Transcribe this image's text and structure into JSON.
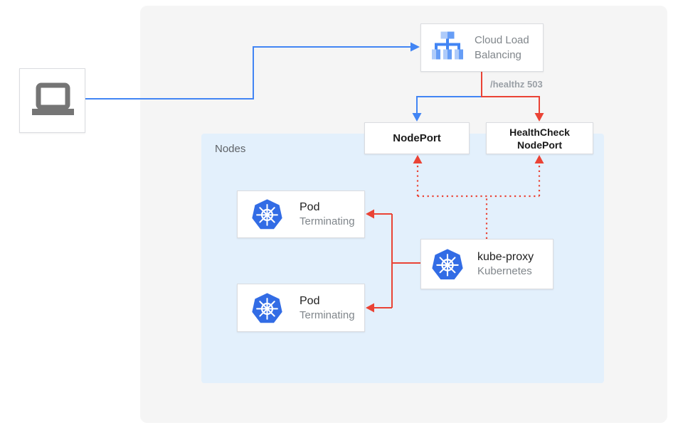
{
  "colors": {
    "blue_line": "#4285F4",
    "red_line": "#EA4335",
    "kubernetes_blue": "#326CE5",
    "clb_icon_light": "#AECBFA",
    "clb_icon_medium": "#669DF6",
    "clb_icon_dark": "#4285F4",
    "laptop_gray": "#757575",
    "outer_panel_bg": "#F5F5F5",
    "nodes_panel_bg": "#E3F0FC",
    "box_border": "#DADCE0",
    "bold_text": "#1A1A1A",
    "title_text": "#212121",
    "subtitle_text": "#80868B",
    "muted_label_text": "#9AA0A6",
    "nodes_label_text": "#5F6368"
  },
  "client": {
    "icon": "laptop-icon"
  },
  "load_balancer": {
    "icon": "cloud-load-balancing-icon",
    "line1": "Cloud Load",
    "line2": "Balancing"
  },
  "routing": {
    "healthz_label": "/healthz 503"
  },
  "nodeport": {
    "label": "NodePort"
  },
  "healthcheck_nodeport": {
    "line1": "HealthCheck",
    "line2": "NodePort"
  },
  "nodes_panel": {
    "label": "Nodes"
  },
  "pods": [
    {
      "icon": "kubernetes-icon",
      "title": "Pod",
      "status": "Terminating"
    },
    {
      "icon": "kubernetes-icon",
      "title": "Pod",
      "status": "Terminating"
    }
  ],
  "kube_proxy": {
    "icon": "kubernetes-icon",
    "title": "kube-proxy",
    "subtitle": "Kubernetes"
  }
}
